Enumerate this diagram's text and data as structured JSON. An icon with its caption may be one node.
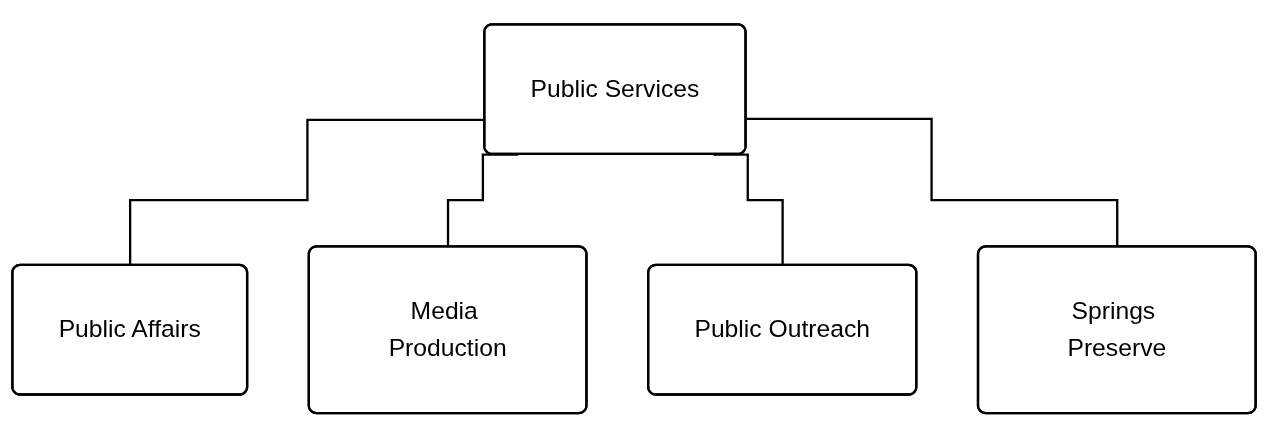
{
  "diagram": {
    "nodes": [
      {
        "text": [
          "Public Services"
        ]
      },
      {
        "text": [
          "Public Affairs"
        ]
      },
      {
        "text": [
          "Media Production"
        ]
      },
      {
        "text": [
          "Public Outreach"
        ]
      },
      {
        "text": [
          "Springs Preserve"
        ]
      }
    ],
    "edges": [
      {
        "from": 0,
        "to": 1,
        "arrow": "none"
      },
      {
        "from": 0,
        "to": 2,
        "arrow": "none"
      },
      {
        "from": 0,
        "to": 3,
        "arrow": "none"
      },
      {
        "from": 0,
        "to": 4,
        "arrow": "none"
      }
    ]
  }
}
